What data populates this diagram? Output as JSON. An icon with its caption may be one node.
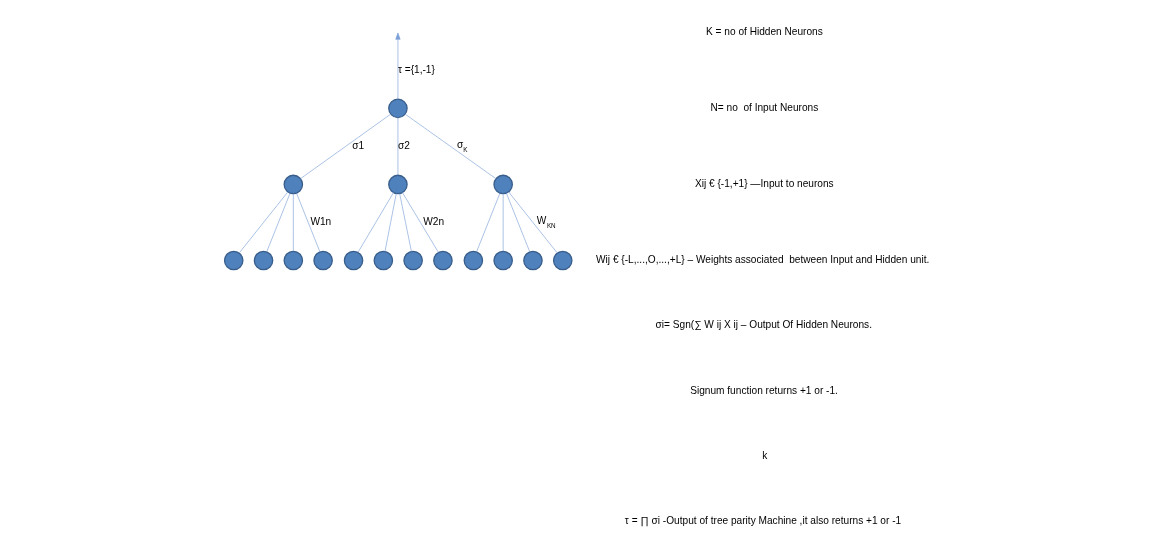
{
  "diagram": {
    "nodes": [
      {
        "text": [],
        "shape": "circle"
      },
      {
        "text": [],
        "shape": "circle"
      },
      {
        "text": [],
        "shape": "circle"
      },
      {
        "text": [],
        "shape": "circle"
      },
      {
        "text": [],
        "shape": "circle"
      },
      {
        "text": [],
        "shape": "circle"
      },
      {
        "text": [],
        "shape": "circle"
      },
      {
        "text": [],
        "shape": "circle"
      },
      {
        "text": [],
        "shape": "circle"
      },
      {
        "text": [],
        "shape": "circle"
      },
      {
        "text": [],
        "shape": "circle"
      },
      {
        "text": [],
        "shape": "circle"
      },
      {
        "text": [],
        "shape": "circle"
      },
      {
        "text": [],
        "shape": "circle"
      },
      {
        "text": [],
        "shape": "circle"
      },
      {
        "text": [],
        "shape": "circle"
      }
    ],
    "edges": [
      {
        "from": 0,
        "to": null,
        "arrow": "to",
        "label": "τ ={1,-1}"
      },
      {
        "from": 0,
        "to": 1,
        "arrow": "none",
        "label": "σ1"
      },
      {
        "from": 0,
        "to": 2,
        "arrow": "none",
        "label": "σ2"
      },
      {
        "from": 0,
        "to": 3,
        "arrow": "none",
        "label": "σ$_{K}$"
      },
      {
        "from": 1,
        "to": 4,
        "arrow": "none"
      },
      {
        "from": 1,
        "to": 5,
        "arrow": "none"
      },
      {
        "from": 1,
        "to": 6,
        "arrow": "none"
      },
      {
        "from": 1,
        "to": 7,
        "arrow": "none",
        "label": "W1n"
      },
      {
        "from": 2,
        "to": 8,
        "arrow": "none"
      },
      {
        "from": 2,
        "to": 9,
        "arrow": "none"
      },
      {
        "from": 2,
        "to": 10,
        "arrow": "none"
      },
      {
        "from": 2,
        "to": 11,
        "arrow": "none",
        "label": "W2n"
      },
      {
        "from": 3,
        "to": 12,
        "arrow": "none"
      },
      {
        "from": 3,
        "to": 13,
        "arrow": "none"
      },
      {
        "from": 3,
        "to": 14,
        "arrow": "none"
      },
      {
        "from": 3,
        "to": 15,
        "arrow": "none",
        "label": "W$_{KN}$"
      }
    ],
    "labels": [
      "K = no of Hidden Neurons",
      "N= no  of Input Neurons",
      "Xij € {-1,+1} —Input to neurons",
      "Wij € {-L,...,O,...,+L} – Weights associated  between Input and Hidden unit.",
      "σi= Sgn(∑ W ij X ij – Output Of Hidden Neurons.",
      "Signum function returns +1 or -1.",
      "k",
      "τ = ∏ σi -Output of tree parity Machine ,it also returns +1 or -1"
    ]
  }
}
